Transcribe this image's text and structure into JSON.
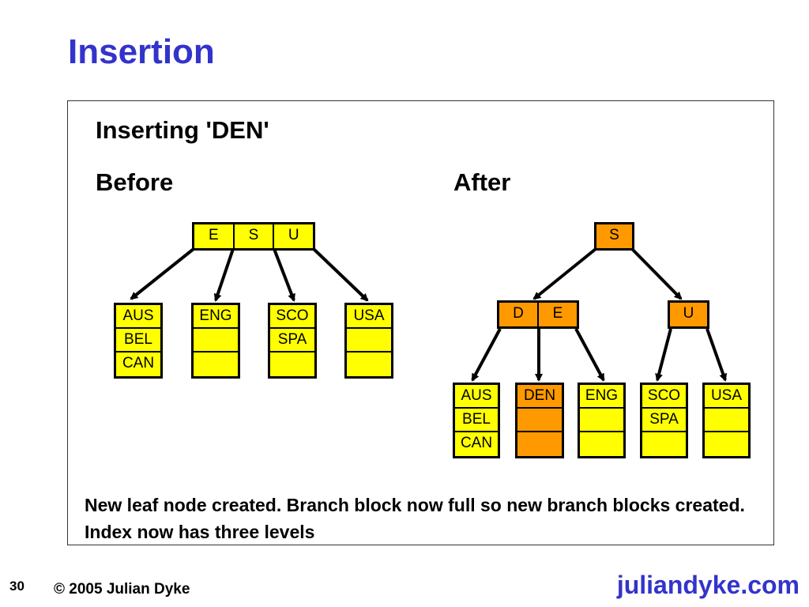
{
  "title": "Insertion",
  "panel": {
    "subtitle": "Inserting 'DEN'",
    "before_label": "Before",
    "after_label": "After",
    "caption": "New leaf node created. Branch block now full so new branch blocks created. Index now has three levels"
  },
  "before": {
    "root": {
      "keys": [
        "E",
        "S",
        "U"
      ],
      "color": "#ffff00"
    },
    "leaves": [
      {
        "keys": [
          "AUS",
          "BEL",
          "CAN"
        ],
        "color": "#ffff00"
      },
      {
        "keys": [
          "ENG",
          "",
          ""
        ],
        "color": "#ffff00"
      },
      {
        "keys": [
          "SCO",
          "SPA",
          ""
        ],
        "color": "#ffff00"
      },
      {
        "keys": [
          "USA",
          "",
          ""
        ],
        "color": "#ffff00"
      }
    ]
  },
  "after": {
    "root": {
      "keys": [
        "S"
      ],
      "color": "#ff9900"
    },
    "branches": [
      {
        "keys": [
          "D",
          "E"
        ],
        "color": "#ff9900"
      },
      {
        "keys": [
          "U"
        ],
        "color": "#ff9900"
      }
    ],
    "leaves": [
      {
        "keys": [
          "AUS",
          "BEL",
          "CAN"
        ],
        "color": "#ffff00"
      },
      {
        "keys": [
          "DEN",
          "",
          ""
        ],
        "color": "#ff9900"
      },
      {
        "keys": [
          "ENG",
          "",
          ""
        ],
        "color": "#ffff00"
      },
      {
        "keys": [
          "SCO",
          "SPA",
          ""
        ],
        "color": "#ffff00"
      },
      {
        "keys": [
          "USA",
          "",
          ""
        ],
        "color": "#ffff00"
      }
    ]
  },
  "footer": {
    "page_number": "30",
    "copyright": "© 2005 Julian Dyke",
    "site": "juliandyke.com"
  }
}
